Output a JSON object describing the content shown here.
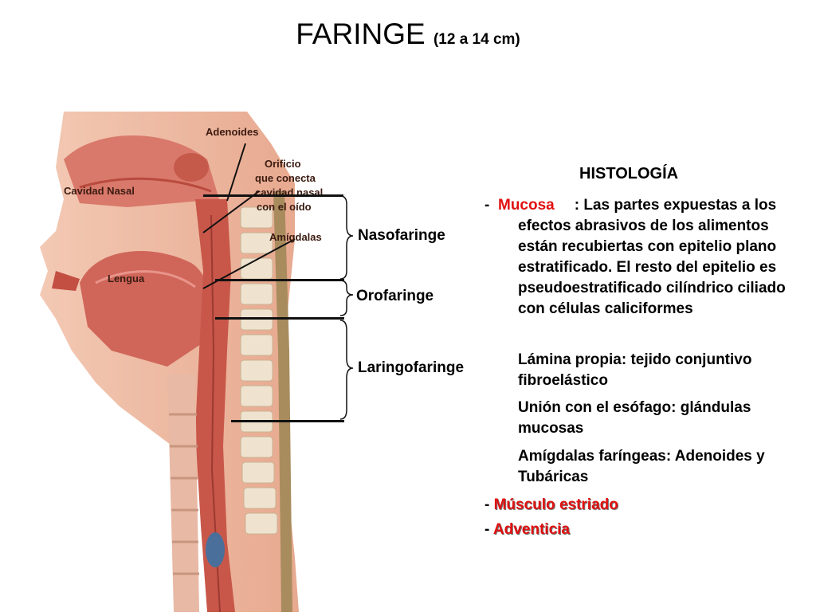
{
  "title": {
    "main": "FARINGE",
    "sub": "(12 a 14 cm)"
  },
  "illustration": {
    "labels": {
      "adenoides": "Adenoides",
      "orificio_1": "Orificio",
      "orificio_2": "que conecta",
      "orificio_3": "cavidad nasal",
      "orificio_4": "con el oído",
      "cavidad_nasal": "Cavidad Nasal",
      "amigdalas": "Amígdalas",
      "lengua": "Lengua"
    }
  },
  "regions": {
    "nasofaringe": "Nasofaringe",
    "orofaringe": "Orofaringe",
    "laringofaringe": "Laringofaringe"
  },
  "histology": {
    "heading": "HISTOLOGÍA",
    "dash": "-",
    "mucosa_term": "Mucosa",
    "mucosa_text": ": Las partes expuestas a los efectos abrasivos de los alimentos están recubiertas con epitelio plano estratificado. El resto del epitelio es pseudoestratificado cilíndrico ciliado con células caliciformes",
    "lamina": "Lámina propia: tejido conjuntivo fibroelástico",
    "union": "Unión con el esófago: glándulas mucosas",
    "amigdalas": "Amígdalas faríngeas: Adenoides y Tubáricas",
    "musculo": "Músculo estriado",
    "adventicia": "Adventicia"
  },
  "colors": {
    "highlight": "#e01010",
    "tissue": "#d9796b",
    "tissue_dark": "#b94a3e",
    "bone": "#efe3cf"
  }
}
